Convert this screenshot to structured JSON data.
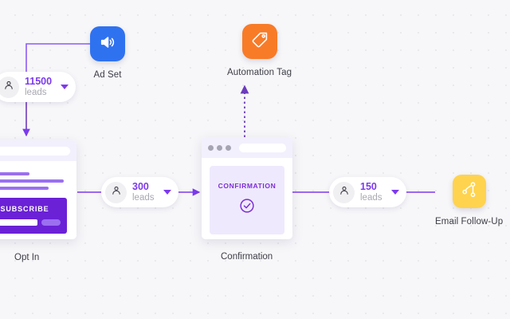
{
  "canvas": {
    "background_color": "#f7f7f9",
    "dot_color": "#e4e4ea",
    "connector_color": "#7c3aed"
  },
  "nodes": [
    {
      "id": "ad-set",
      "label": "Ad Set",
      "icon": "speaker-icon",
      "color": "#2f72f0"
    },
    {
      "id": "automation-tag",
      "label": "Automation Tag",
      "icon": "tag-icon",
      "color": "#f87b28"
    },
    {
      "id": "email-follow-up",
      "label": "Email Follow-Up",
      "icon": "branch-icon",
      "color": "#ffd34e"
    }
  ],
  "pills": [
    {
      "id": "pill-11500",
      "count": "11500",
      "unit": "leads",
      "icon": "person-icon",
      "caret": "chevron-down-icon"
    },
    {
      "id": "pill-300",
      "count": "300",
      "unit": "leads",
      "icon": "person-icon",
      "caret": "chevron-down-icon"
    },
    {
      "id": "pill-150",
      "count": "150",
      "unit": "leads",
      "icon": "person-icon",
      "caret": "chevron-down-icon"
    }
  ],
  "cards": [
    {
      "id": "opt-in",
      "caption": "Opt In",
      "subscribe_label": "SUBSCRIBE"
    },
    {
      "id": "confirmation",
      "caption": "Confirmation",
      "panel_title": "CONFIRMATION",
      "panel_icon": "check-circle-icon"
    }
  ]
}
